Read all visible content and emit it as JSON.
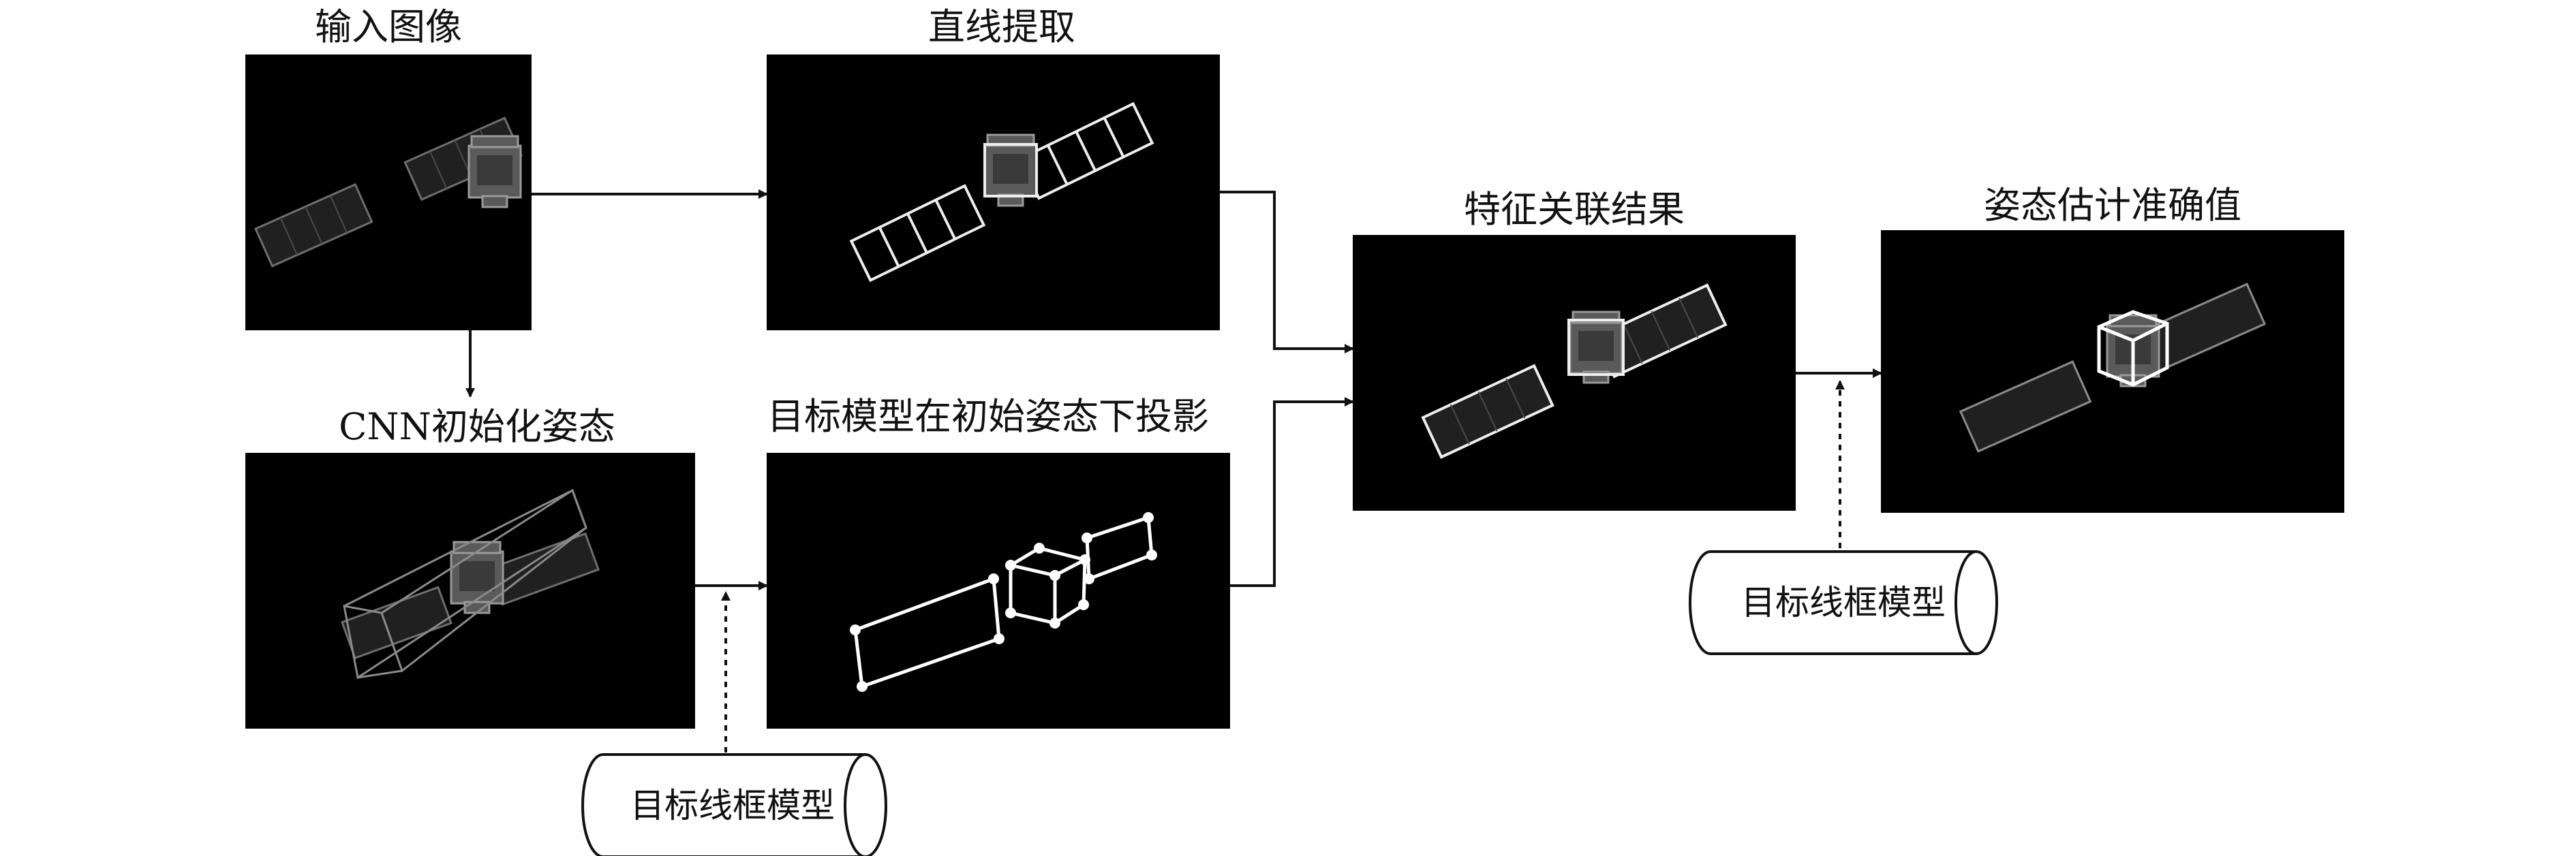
{
  "stages": {
    "input_image": "输入图像",
    "line_extraction": "直线提取",
    "cnn_init_pose": "CNN初始化姿态",
    "model_projection": "目标模型在初始姿态下投影",
    "feature_association": "特征关联结果",
    "pose_estimate": "姿态估计准确值"
  },
  "models": {
    "wireframe_model_1": "目标线框模型",
    "wireframe_model_2": "目标线框模型"
  }
}
